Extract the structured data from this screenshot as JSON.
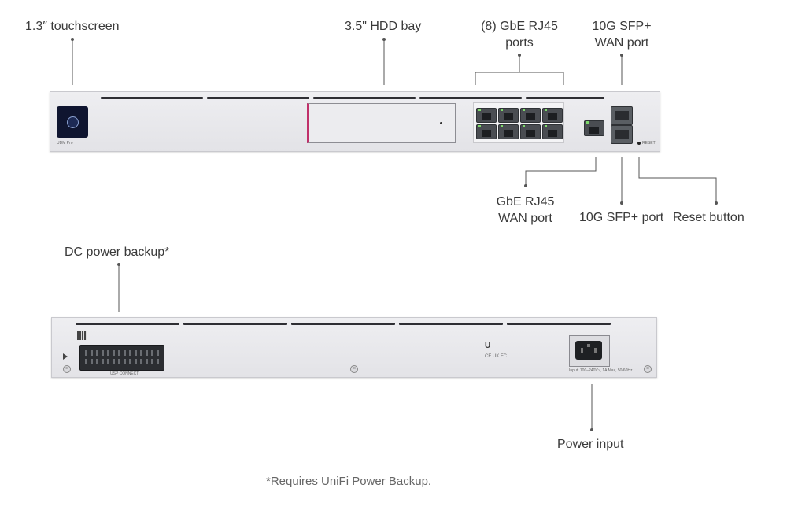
{
  "front_labels": {
    "touchscreen": "1.3″ touchscreen",
    "hdd_bay": "3.5\" HDD bay",
    "gbe_ports": "(8) GbE RJ45\nports",
    "sfp_wan": "10G SFP+\nWAN port",
    "gbe_wan": "GbE RJ45\nWAN port",
    "sfp_port": "10G SFP+ port",
    "reset": "Reset button"
  },
  "back_labels": {
    "dc_backup": "DC power backup*",
    "power_input": "Power input"
  },
  "footnote": "*Requires UniFi Power Backup.",
  "device_text": {
    "model": "UDM Pro",
    "reset_tag": "RESET",
    "usp_connect": "USP CONNECT",
    "power_rating": "Input: 100–240V~, 1A Max, 50/60Hz",
    "compliance": "CE UK FC"
  },
  "colors": {
    "chassis": "#e6e6ea",
    "ink": "#3a3a3a",
    "port_led": "#7dd96a",
    "hdd_accent": "#c0306a"
  }
}
